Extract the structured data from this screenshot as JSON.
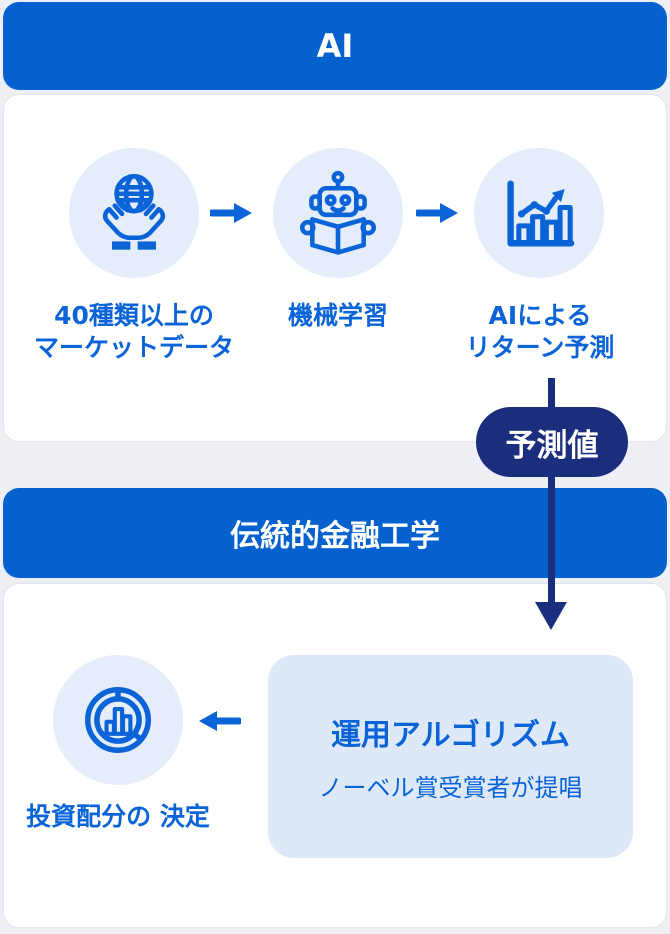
{
  "colors": {
    "band": "#0561ce",
    "accent": "#0a64d8",
    "navy": "#1b2e7d",
    "circle_bg": "#e4edf9",
    "box_bg": "#dde9f8",
    "page_bg": "#edeff4",
    "card_bg": "#ffffff",
    "card_border": "#e3e6ef"
  },
  "section_ai": {
    "header": "AI",
    "steps": [
      {
        "icon": "hands-globe-icon",
        "label_line1": "40種類以上の",
        "label_line2": "マーケットデータ"
      },
      {
        "icon": "robot-learning-icon",
        "label_line1": "機械学習",
        "label_line2": ""
      },
      {
        "icon": "growth-chart-icon",
        "label_line1": "AIによる",
        "label_line2": "リターン予測"
      }
    ]
  },
  "connector": {
    "badge": "予測値",
    "icon": "arrow-down-icon"
  },
  "section_finance": {
    "header": "伝統的金融工学",
    "algorithm_box": {
      "title": "運用アルゴリズム",
      "subtitle": "ノーベル賞受賞者が提唱"
    },
    "allocation": {
      "icon": "pie-chart-bars-icon",
      "label_line1": "投資配分の",
      "label_line2": "決定"
    }
  },
  "icons": {
    "step_flow": "arrow-right-icon",
    "algorithm_to_allocation": "arrow-left-icon"
  }
}
